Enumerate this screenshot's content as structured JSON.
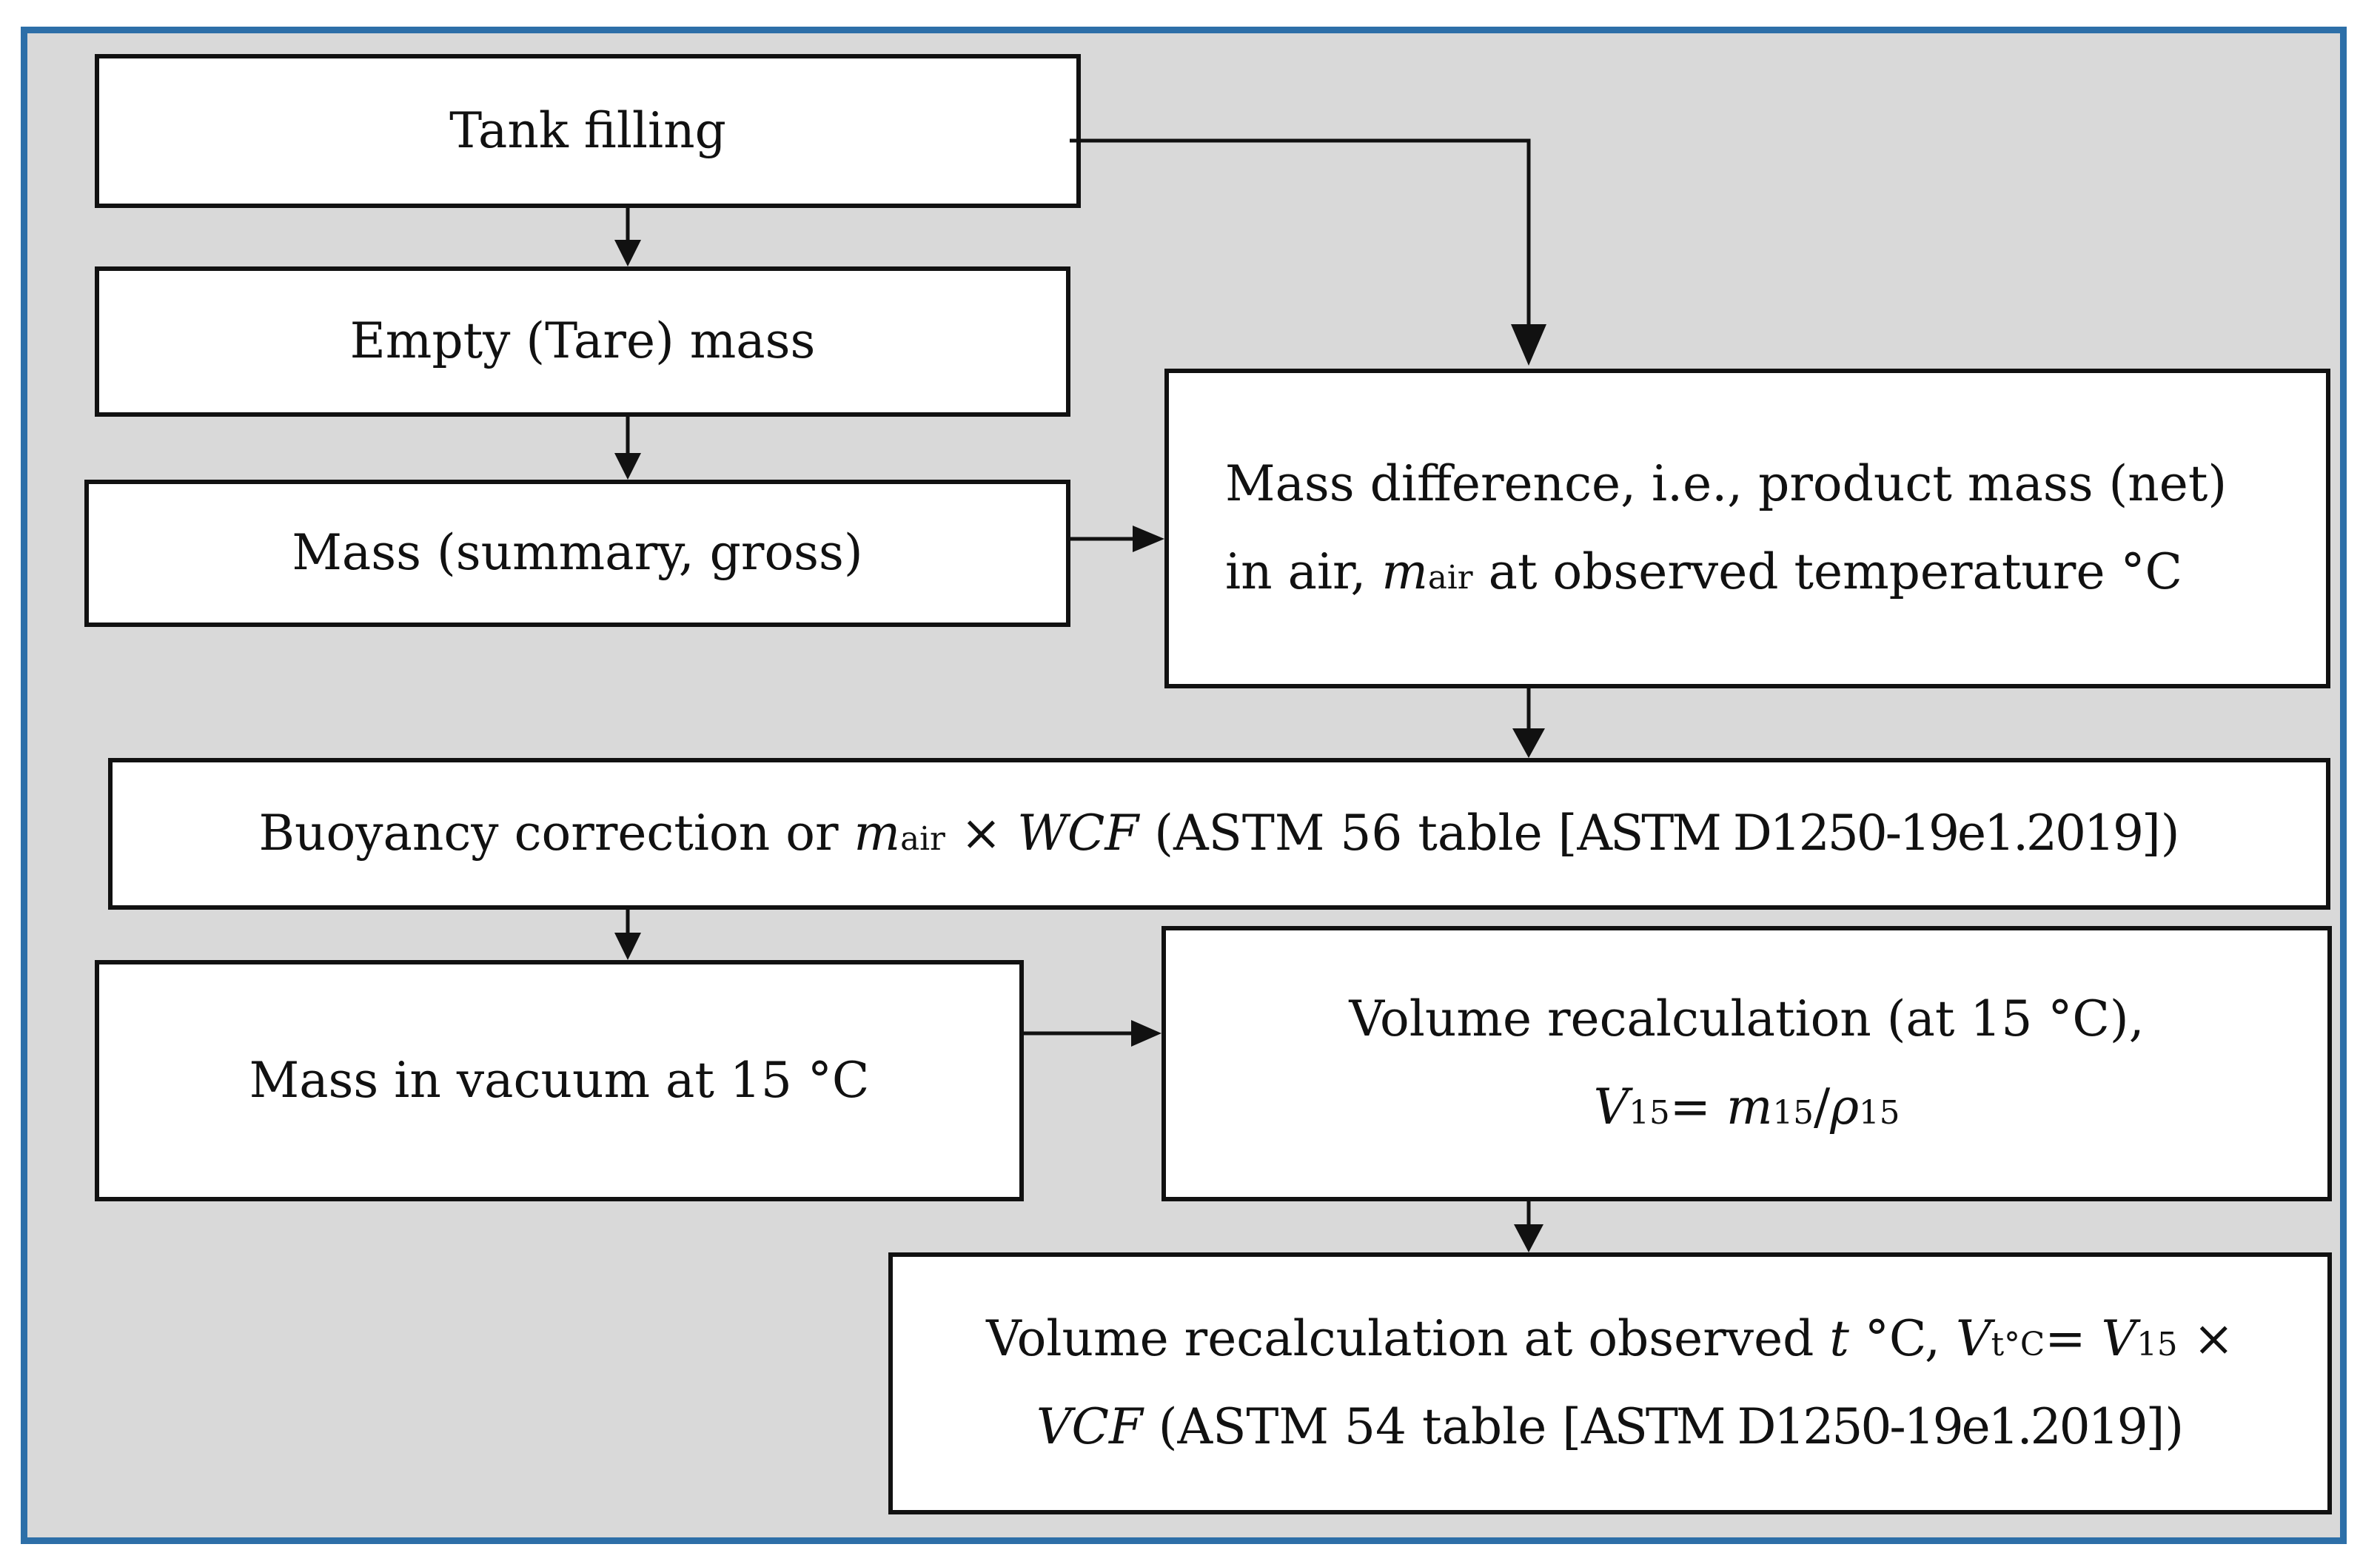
{
  "boxes": {
    "tank_filling": {
      "text": "Tank filling"
    },
    "empty_mass": {
      "text": "Empty (Tare) mass"
    },
    "gross_mass": {
      "text": "Mass (summary, gross)"
    },
    "mass_difference": {
      "line1": "Mass difference, i.e., product mass (net)",
      "line2_pre": "in air, ",
      "m_symbol": "m",
      "m_sub": "air",
      "line2_post": " at observed temperature °C"
    },
    "buoyancy_correction": {
      "pre": "Buoyancy correction or ",
      "m_symbol": "m",
      "m_sub": "air",
      "times": " × ",
      "wcf": "WCF",
      "post_open": " (ASTM 56 table [",
      "ref": "ASTM D1250-19e1.2019",
      "post_close": "])"
    },
    "vacuum_mass": {
      "text": "Mass in vacuum at 15 °C"
    },
    "volume_15": {
      "line1": "Volume recalculation (at 15 °C),",
      "v_symbol": "V",
      "v_sub": "15",
      "eq": "= ",
      "m_symbol": "m",
      "m_sub": "15",
      "slash": "/",
      "rho_symbol": "ρ",
      "rho_sub": "15"
    },
    "volume_t": {
      "pre": "Volume recalculation at observed ",
      "t_symbol": "t",
      "mid": " °C, ",
      "vt_symbol": "V",
      "vt_sub": "t°C",
      "eq": "= ",
      "v15_symbol": "V",
      "v15_sub": "15",
      "times": " ×",
      "vcf": "VCF",
      "post_open": " (ASTM 54 table [",
      "ref": "ASTM D1250-19e1.2019",
      "post_close": "])"
    }
  },
  "colors": {
    "frame": "#2d6fa8",
    "panel": "#d9d9d9",
    "box_fill": "#ffffff",
    "stroke": "#111111"
  }
}
